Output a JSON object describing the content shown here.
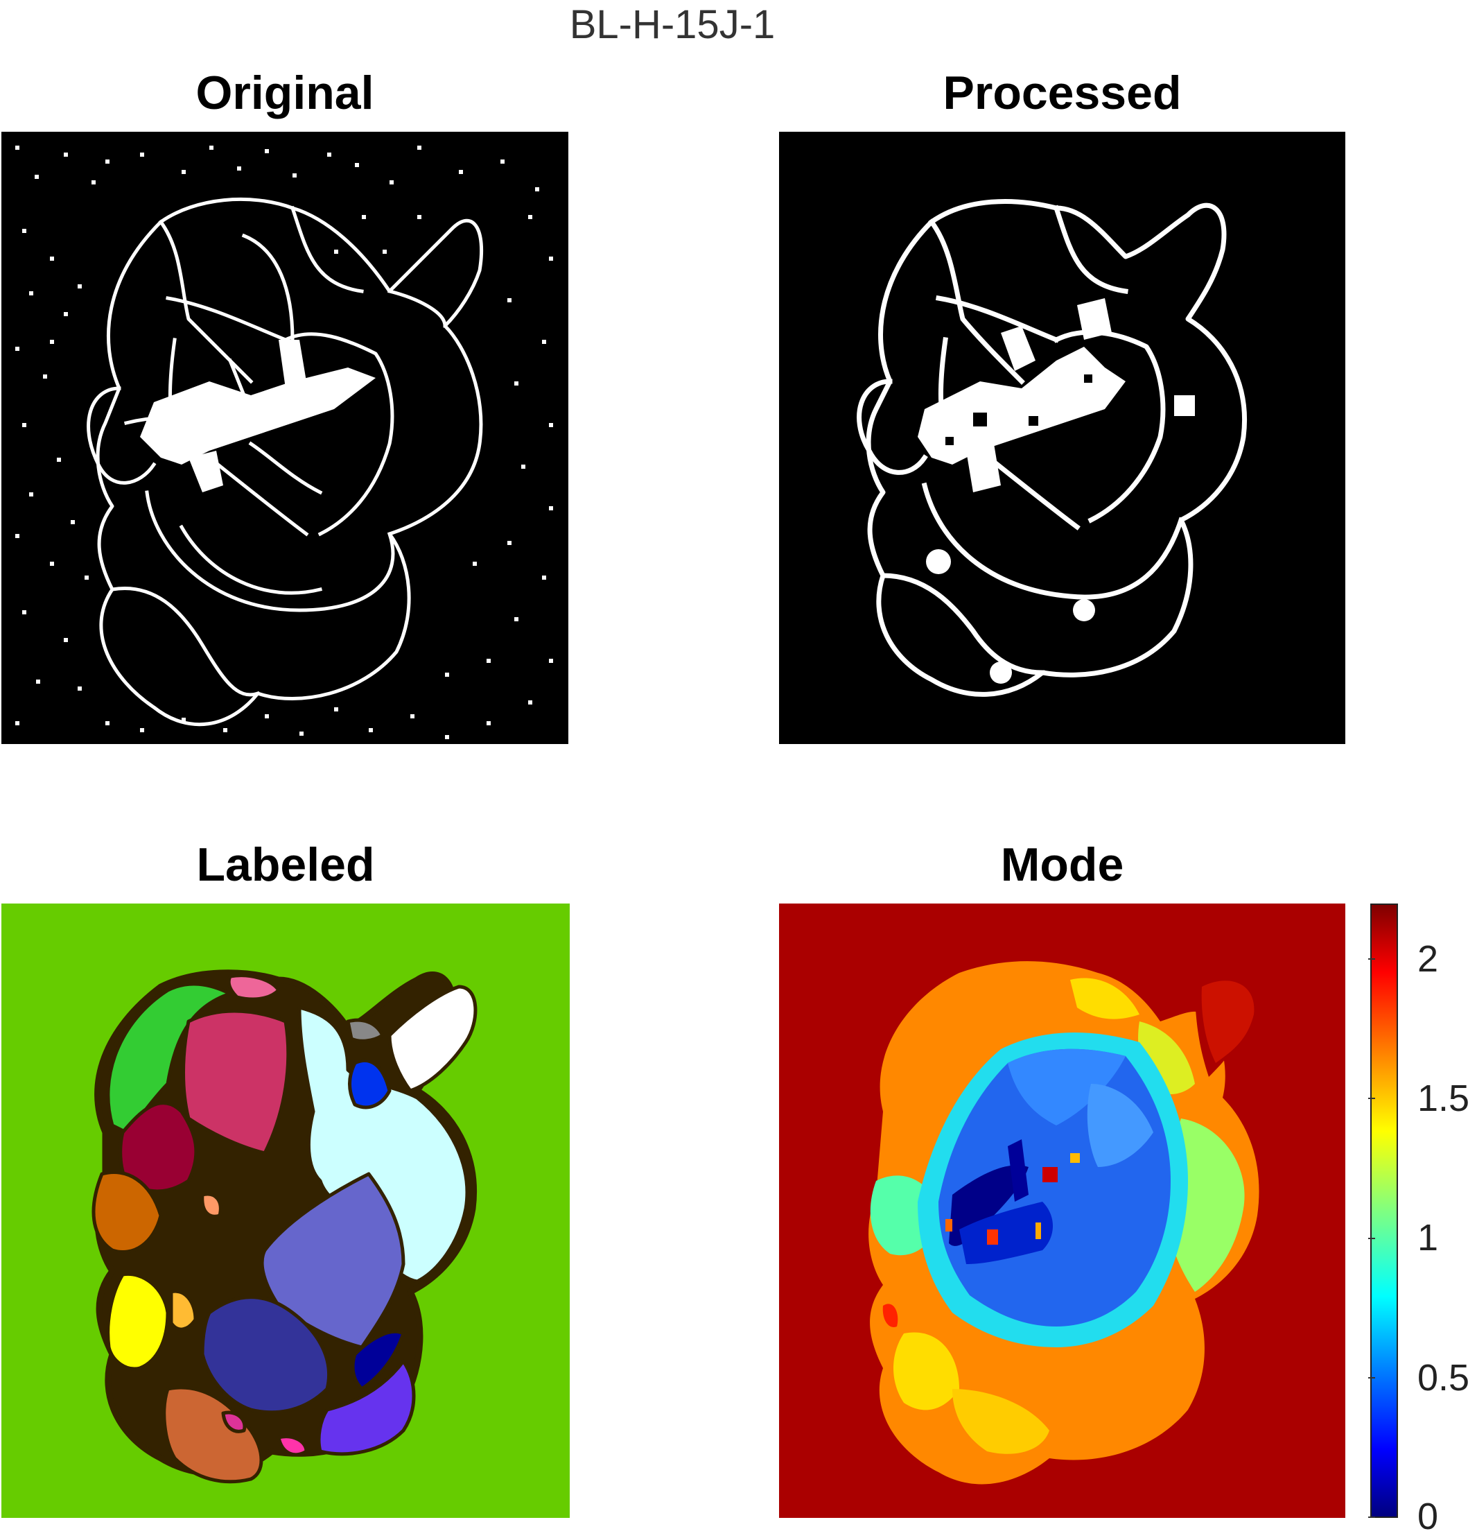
{
  "figure": {
    "title": "BL-H-15J-1"
  },
  "panels": [
    {
      "id": "original",
      "title": "Original"
    },
    {
      "id": "processed",
      "title": "Processed"
    },
    {
      "id": "labeled",
      "title": "Labeled"
    },
    {
      "id": "mode",
      "title": "Mode"
    }
  ],
  "colorbar": {
    "colormap": "jet",
    "range": [
      0,
      2.2
    ],
    "ticks": [
      "0",
      "0.5",
      "1",
      "1.5",
      "2"
    ]
  },
  "colors": {
    "binary_background": "#000000",
    "binary_foreground": "#ffffff",
    "labeled_background": "#66cc00",
    "labeled_boundary": "#332200",
    "mode_background": "#aa0000"
  }
}
